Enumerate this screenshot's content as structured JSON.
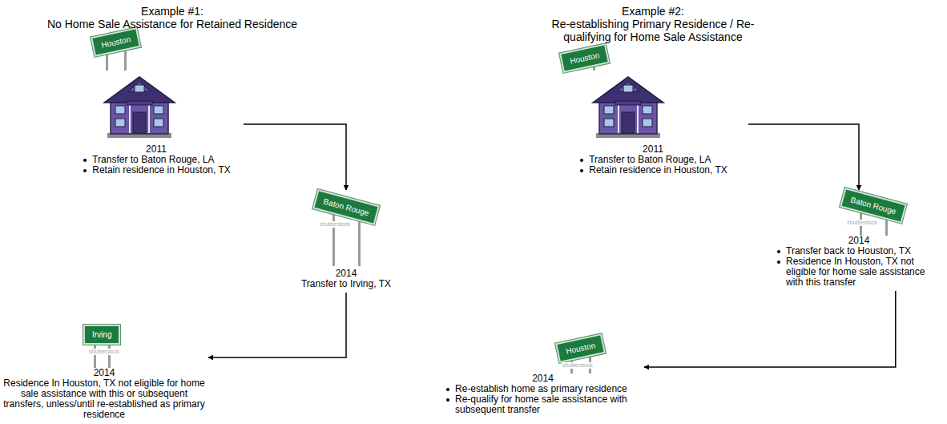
{
  "diagram": {
    "nodes": [
      {
        "text": [
          "Houston",
          "2011",
          "Transfer to Baton Rouge, LA",
          "Retain residence in Houston, TX"
        ]
      },
      {
        "text": [
          "Baton Rouge",
          "2014",
          "Transfer to Irving, TX"
        ]
      },
      {
        "text": [
          "Irving",
          "2014",
          "Residence In Houston, TX not eligible for home sale assistance with this or subsequent transfers, unless/until re-established as primary residence"
        ]
      },
      {
        "text": [
          "Houston",
          "2011",
          "Transfer to Baton Rouge, LA",
          "Retain residence in Houston, TX"
        ]
      },
      {
        "text": [
          "Baton Rouge",
          "2014",
          "Transfer back to Houston, TX",
          "Residence In Houston, TX not eligible for home sale assistance with this transfer"
        ]
      },
      {
        "text": [
          "Houston",
          "2014",
          "Re-establish home as primary residence",
          "Re-qualify for home sale assistance with subsequent transfer"
        ]
      }
    ],
    "edges": [
      {
        "from": 0,
        "to": 1,
        "arrow": "to"
      },
      {
        "from": 1,
        "to": 2,
        "arrow": "to"
      },
      {
        "from": 3,
        "to": 4,
        "arrow": "to"
      },
      {
        "from": 4,
        "to": 5,
        "arrow": "to"
      }
    ],
    "labels": [
      "Example #1:",
      "No Home Sale Assistance for Retained Residence",
      "Example #2:",
      "Re-establishing Primary Residence / Re-qualifying for Home Sale Assistance",
      "shutterstock",
      "shutterstock",
      "shutterstock",
      "shutterstock"
    ]
  }
}
